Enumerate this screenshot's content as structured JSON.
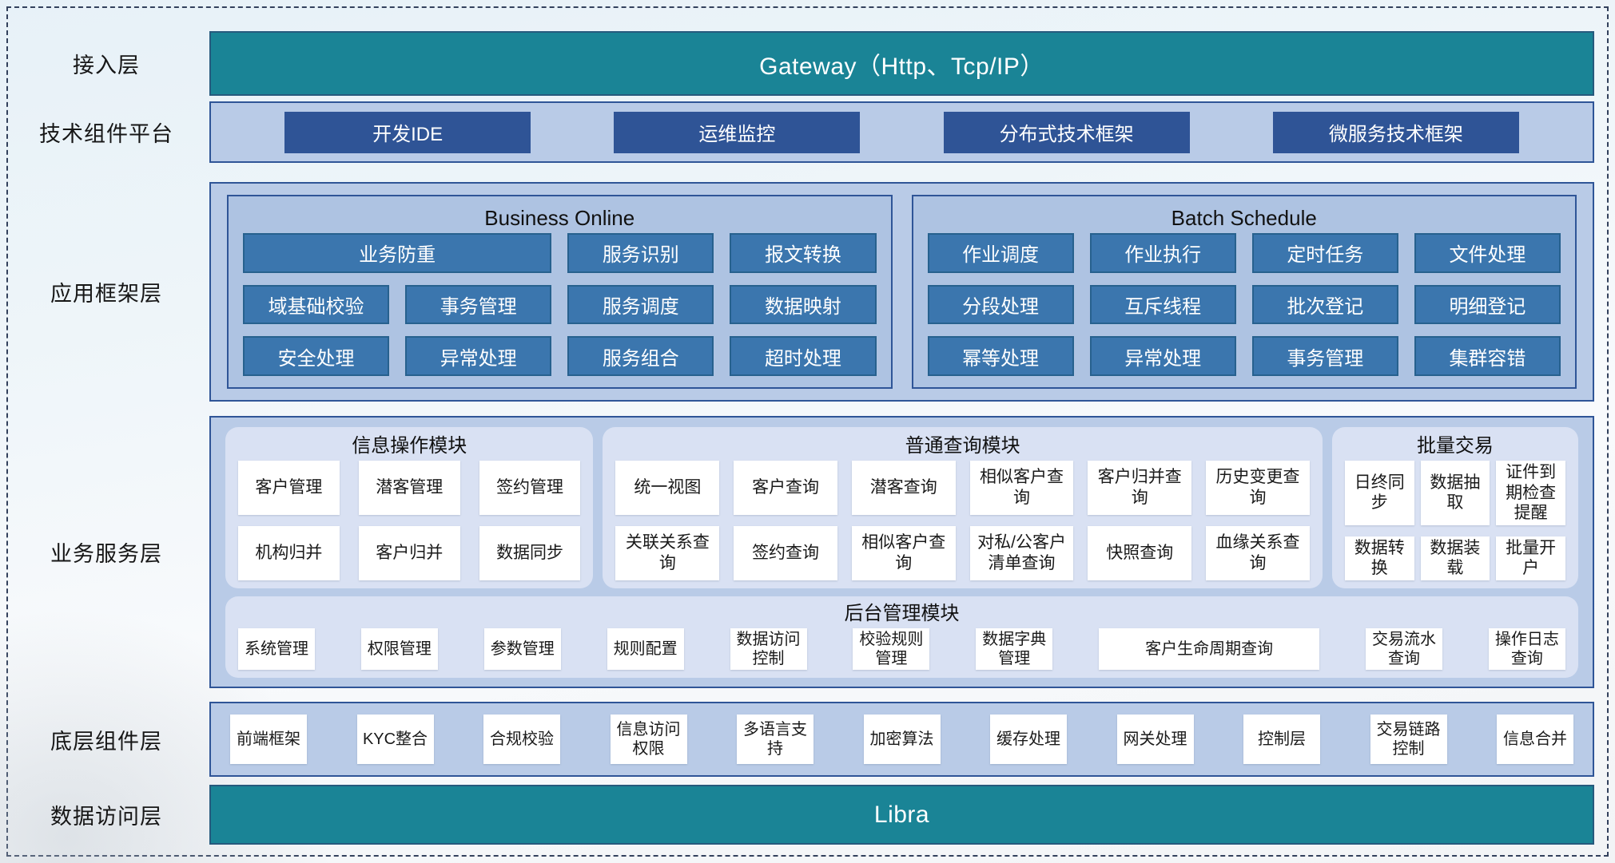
{
  "colors": {
    "teal": "#1a8496",
    "dark_blue_button": "#2f5496",
    "container_blue": "#b9cbe7",
    "framework_button": "#3b76ae",
    "panel_lavender": "#d9e1f3",
    "border_navy": "#2f5597"
  },
  "left_labels": [
    "接入层",
    "技术组件平台",
    "应用框架层",
    "业务服务层",
    "底层组件层",
    "数据访问层"
  ],
  "access": {
    "gateway_label": "Gateway（Http、Tcp/IP）"
  },
  "tech_platform": {
    "buttons": [
      "开发IDE",
      "运维监控",
      "分布式技术框架",
      "微服务技术框架"
    ]
  },
  "app_framework": {
    "groups": [
      {
        "title": "Business Online",
        "buttons": [
          {
            "label": "业务防重",
            "span": 2
          },
          {
            "label": "服务识别",
            "span": 1
          },
          {
            "label": "报文转换",
            "span": 1
          },
          {
            "label": "域基础校验",
            "span": 1
          },
          {
            "label": "事务管理",
            "span": 1
          },
          {
            "label": "服务调度",
            "span": 1
          },
          {
            "label": "数据映射",
            "span": 1
          },
          {
            "label": "安全处理",
            "span": 1
          },
          {
            "label": "异常处理",
            "span": 1
          },
          {
            "label": "服务组合",
            "span": 1
          },
          {
            "label": "超时处理",
            "span": 1
          }
        ]
      },
      {
        "title": "Batch Schedule",
        "buttons": [
          {
            "label": "作业调度",
            "span": 1
          },
          {
            "label": "作业执行",
            "span": 1
          },
          {
            "label": "定时任务",
            "span": 1
          },
          {
            "label": "文件处理",
            "span": 1
          },
          {
            "label": "分段处理",
            "span": 1
          },
          {
            "label": "互斥线程",
            "span": 1
          },
          {
            "label": "批次登记",
            "span": 1
          },
          {
            "label": "明细登记",
            "span": 1
          },
          {
            "label": "幂等处理",
            "span": 1
          },
          {
            "label": "异常处理",
            "span": 1
          },
          {
            "label": "事务管理",
            "span": 1
          },
          {
            "label": "集群容错",
            "span": 1
          }
        ]
      }
    ]
  },
  "business_service": {
    "modules": [
      {
        "title": "信息操作模块",
        "cards": [
          "客户管理",
          "潜客管理",
          "签约管理",
          "机构归并",
          "客户归并",
          "数据同步"
        ]
      },
      {
        "title": "普通查询模块",
        "cards": [
          "统一视图",
          "客户查询",
          "潜客查询",
          "相似客户查询",
          "客户归并查询",
          "历史变更查询",
          "关联关系查询",
          "签约查询",
          "相似客户查询",
          "对私/公客户清单查询",
          "快照查询",
          "血缘关系查询"
        ]
      },
      {
        "title": "批量交易",
        "cards": [
          "日终同步",
          "数据抽取",
          "证件到期检查提醒",
          "数据转换",
          "数据装载",
          "批量开户"
        ]
      }
    ],
    "admin_module": {
      "title": "后台管理模块",
      "cards": [
        {
          "label": "系统管理",
          "wide": false
        },
        {
          "label": "权限管理",
          "wide": false
        },
        {
          "label": "参数管理",
          "wide": false
        },
        {
          "label": "规则配置",
          "wide": false
        },
        {
          "label": "数据访问控制",
          "wide": false
        },
        {
          "label": "校验规则管理",
          "wide": false
        },
        {
          "label": "数据字典管理",
          "wide": false
        },
        {
          "label": "客户生命周期查询",
          "wide": true
        },
        {
          "label": "交易流水查询",
          "wide": false
        },
        {
          "label": "操作日志查询",
          "wide": false
        }
      ]
    }
  },
  "base_components": {
    "cards": [
      "前端框架",
      "KYC整合",
      "合规校验",
      "信息访问权限",
      "多语言支持",
      "加密算法",
      "缓存处理",
      "网关处理",
      "控制层",
      "交易链路控制",
      "信息合并"
    ]
  },
  "data_access": {
    "label": "Libra"
  }
}
